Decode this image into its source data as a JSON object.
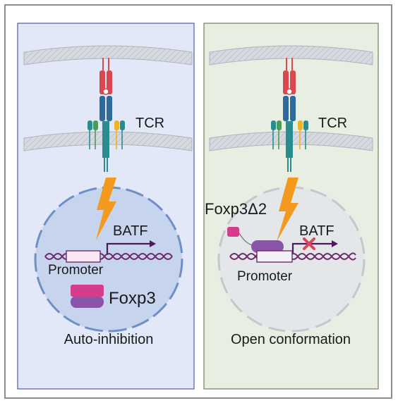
{
  "panels": {
    "left": {
      "tcr_label": "TCR",
      "gene_label": "BATF",
      "promoter_label": "Promoter",
      "protein_label": "Foxp3",
      "caption": "Auto-inhibition",
      "background": "#e3e8f8",
      "border": "#4f5aa8"
    },
    "right": {
      "tcr_label": "TCR",
      "gene_label": "BATF",
      "promoter_label": "Promoter",
      "protein_label": "Foxp3Δ2",
      "caption": "Open conformation",
      "background": "#e9eee2",
      "border": "#6e7f5f"
    }
  },
  "colors": {
    "membrane": "#cfd3da",
    "tcr_red": "#d9484e",
    "tcr_blue": "#2f6b9a",
    "tcr_teal": "#2a8c8f",
    "tcr_green": "#4c9a5a",
    "tcr_yellow": "#f0b229",
    "bolt": "#f39a1e",
    "dna_strand": "#6f2c6b",
    "arrow": "#4a1a5a",
    "block_x": "#d9485a",
    "foxp3_pink": "#d63c8c",
    "foxp3_purple": "#8a55a8",
    "nucleus_left": "#c6d4ee",
    "nucleus_right": "#e4e7ea"
  }
}
